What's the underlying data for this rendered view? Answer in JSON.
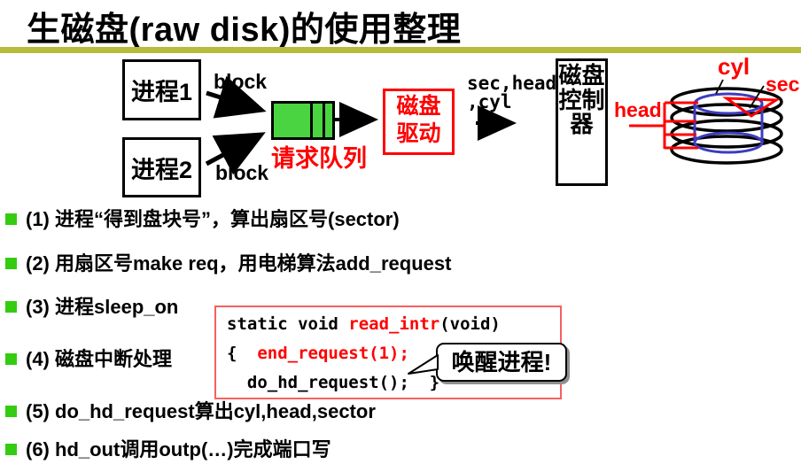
{
  "title": "生磁盘(raw disk)的使用整理",
  "colors": {
    "accent_red": "#ff0000",
    "rule_olive": "#b6bc3e",
    "queue_green": "#4bd441",
    "bullet_green": "#33cc11",
    "code_border": "#f56060",
    "cyl_blue": "#3c3cc0"
  },
  "diagram": {
    "process1_label": "进程1",
    "process2_label": "进程2",
    "block_top": "block",
    "block_bottom": "block",
    "queue_label": "请求队列",
    "driver_label": "磁盘\n驱动",
    "params_label": "sec,head\n,cyl",
    "controller_label": "磁盘控制器",
    "cyl_label": "cyl",
    "sec_label": "sec",
    "head_label": "head"
  },
  "bullets": [
    {
      "text": "(1) 进程“得到盘块号”，算出扇区号(sector)"
    },
    {
      "text": "(2) 用扇区号make req，用电梯算法add_request"
    },
    {
      "text": "(3) 进程sleep_on"
    },
    {
      "text": "(4) 磁盘中断处理"
    },
    {
      "text": "(5) do_hd_request算出cyl,head,sector"
    },
    {
      "text": "(6) hd_out调用outp(…)完成端口写"
    }
  ],
  "code": {
    "line1_pre": "static void ",
    "line1_red": "read_intr",
    "line1_post": "(void)",
    "line2_pre": "{  ",
    "line2_red": "end_request(1);",
    "line3": "  do_hd_request();  }"
  },
  "callout": {
    "text": "唤醒进程!"
  }
}
